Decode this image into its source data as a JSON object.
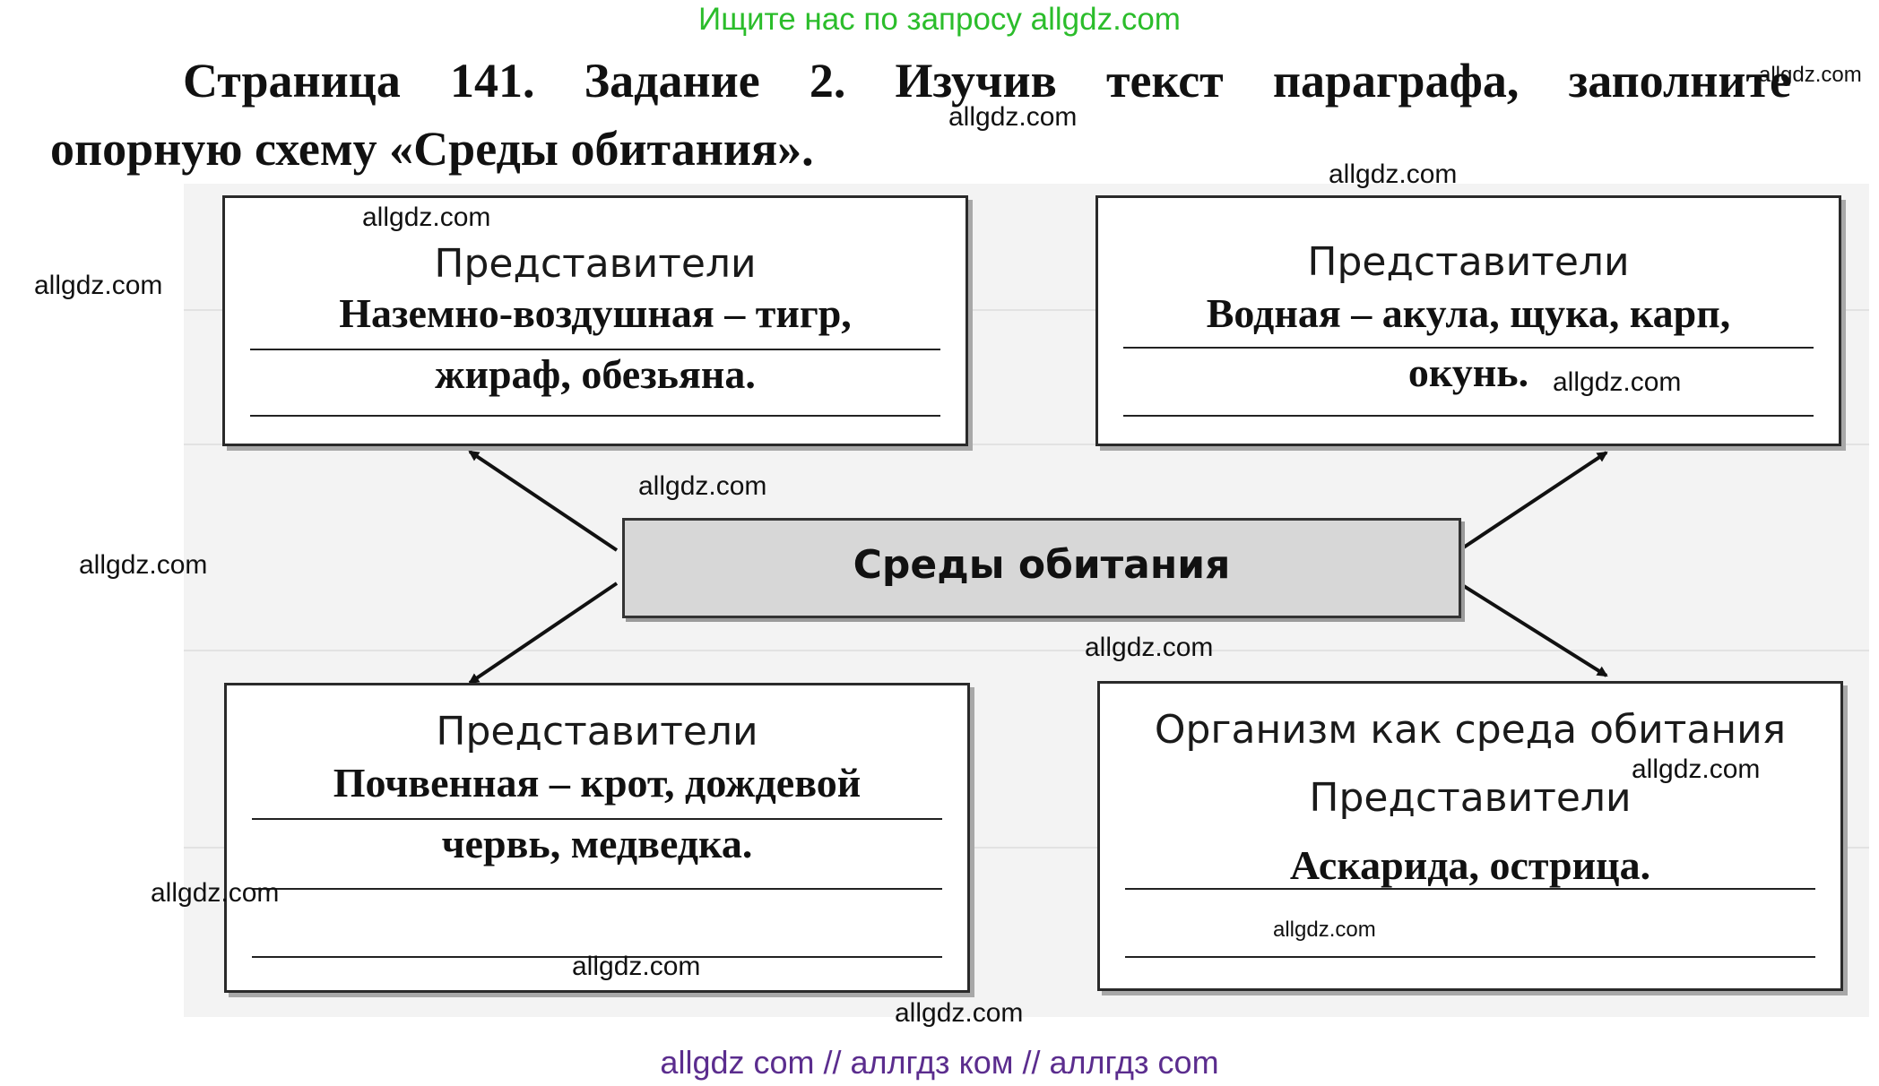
{
  "top_banner": "Ищите нас по запросу allgdz.com",
  "task": {
    "line1": "Страница 141. Задание 2. Изучив текст параграфа, заполните",
    "line2": "опорную схему «Среды обитания»."
  },
  "center": {
    "label": "Среды обитания"
  },
  "boxes": {
    "top_left": {
      "caption": "Представители",
      "answer_line1": "Наземно-воздушная – тигр,",
      "answer_line2": "жираф, обезьяна."
    },
    "top_right": {
      "caption": "Представители",
      "answer_line1": "Водная – акула, щука, карп,",
      "answer_line2": "окунь."
    },
    "bottom_left": {
      "caption": "Представители",
      "answer_line1": "Почвенная – крот, дождевой",
      "answer_line2": "червь, медведка."
    },
    "bottom_right": {
      "title": "Организм как среда обитания",
      "caption": "Представители",
      "answer_line1": "Аскарида, острица."
    }
  },
  "watermarks": [
    "allgdz.com",
    "allgdz.com",
    "allgdz.com",
    "allgdz.com",
    "allgdz.com",
    "allgdz.com",
    "allgdz.com",
    "allgdz.com",
    "allgdz.com",
    "allgdz.com",
    "allgdz.com",
    "allgdz.com",
    "allgdz.com",
    "allgdz.com"
  ],
  "footer": "allgdz com  //  аллгдз ком  //  аллгдз com",
  "colors": {
    "banner": "#2bbd2b",
    "footer": "#5b2d8e",
    "center_fill": "#d7d7d7"
  }
}
